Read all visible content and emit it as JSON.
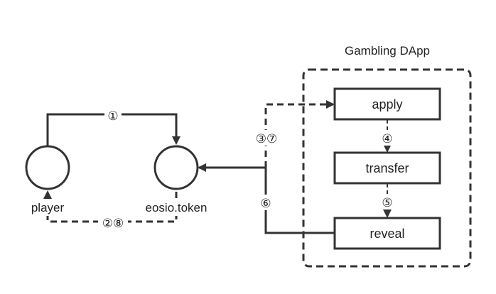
{
  "diagram": {
    "group_title": "Gambling DApp",
    "nodes": {
      "player": "player",
      "eosio_token": "eosio.token"
    },
    "boxes": {
      "apply": "apply",
      "transfer": "transfer",
      "reveal": "reveal"
    },
    "steps": {
      "s1": "①",
      "s28": "②⑧",
      "s37": "③⑦",
      "s4": "④",
      "s5": "⑤",
      "s6": "⑥"
    },
    "colors": {
      "stroke": "#333333",
      "text": "#222222",
      "background": "#ffffff"
    }
  }
}
